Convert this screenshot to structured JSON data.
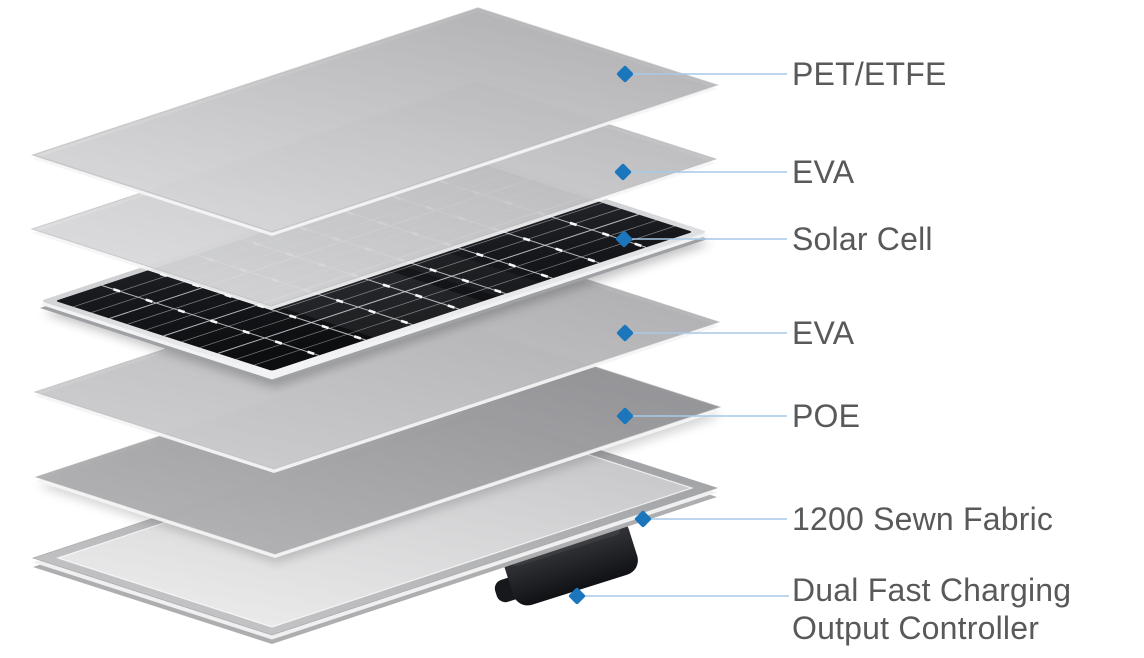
{
  "diagram": {
    "callouts": [
      {
        "label": "PET/ETFE"
      },
      {
        "label": "EVA"
      },
      {
        "label": "Solar Cell"
      },
      {
        "label": "EVA"
      },
      {
        "label": "POE"
      },
      {
        "label": "1200 Sewn Fabric"
      },
      {
        "label": "Dual Fast Charging",
        "label_line2": "Output Controller"
      }
    ],
    "colors": {
      "marker": "#1b76bc",
      "leader_line": "#a5c9e7",
      "label_text": "#58595b",
      "background": "#ffffff",
      "solar_cell_dark": "#141519"
    }
  }
}
